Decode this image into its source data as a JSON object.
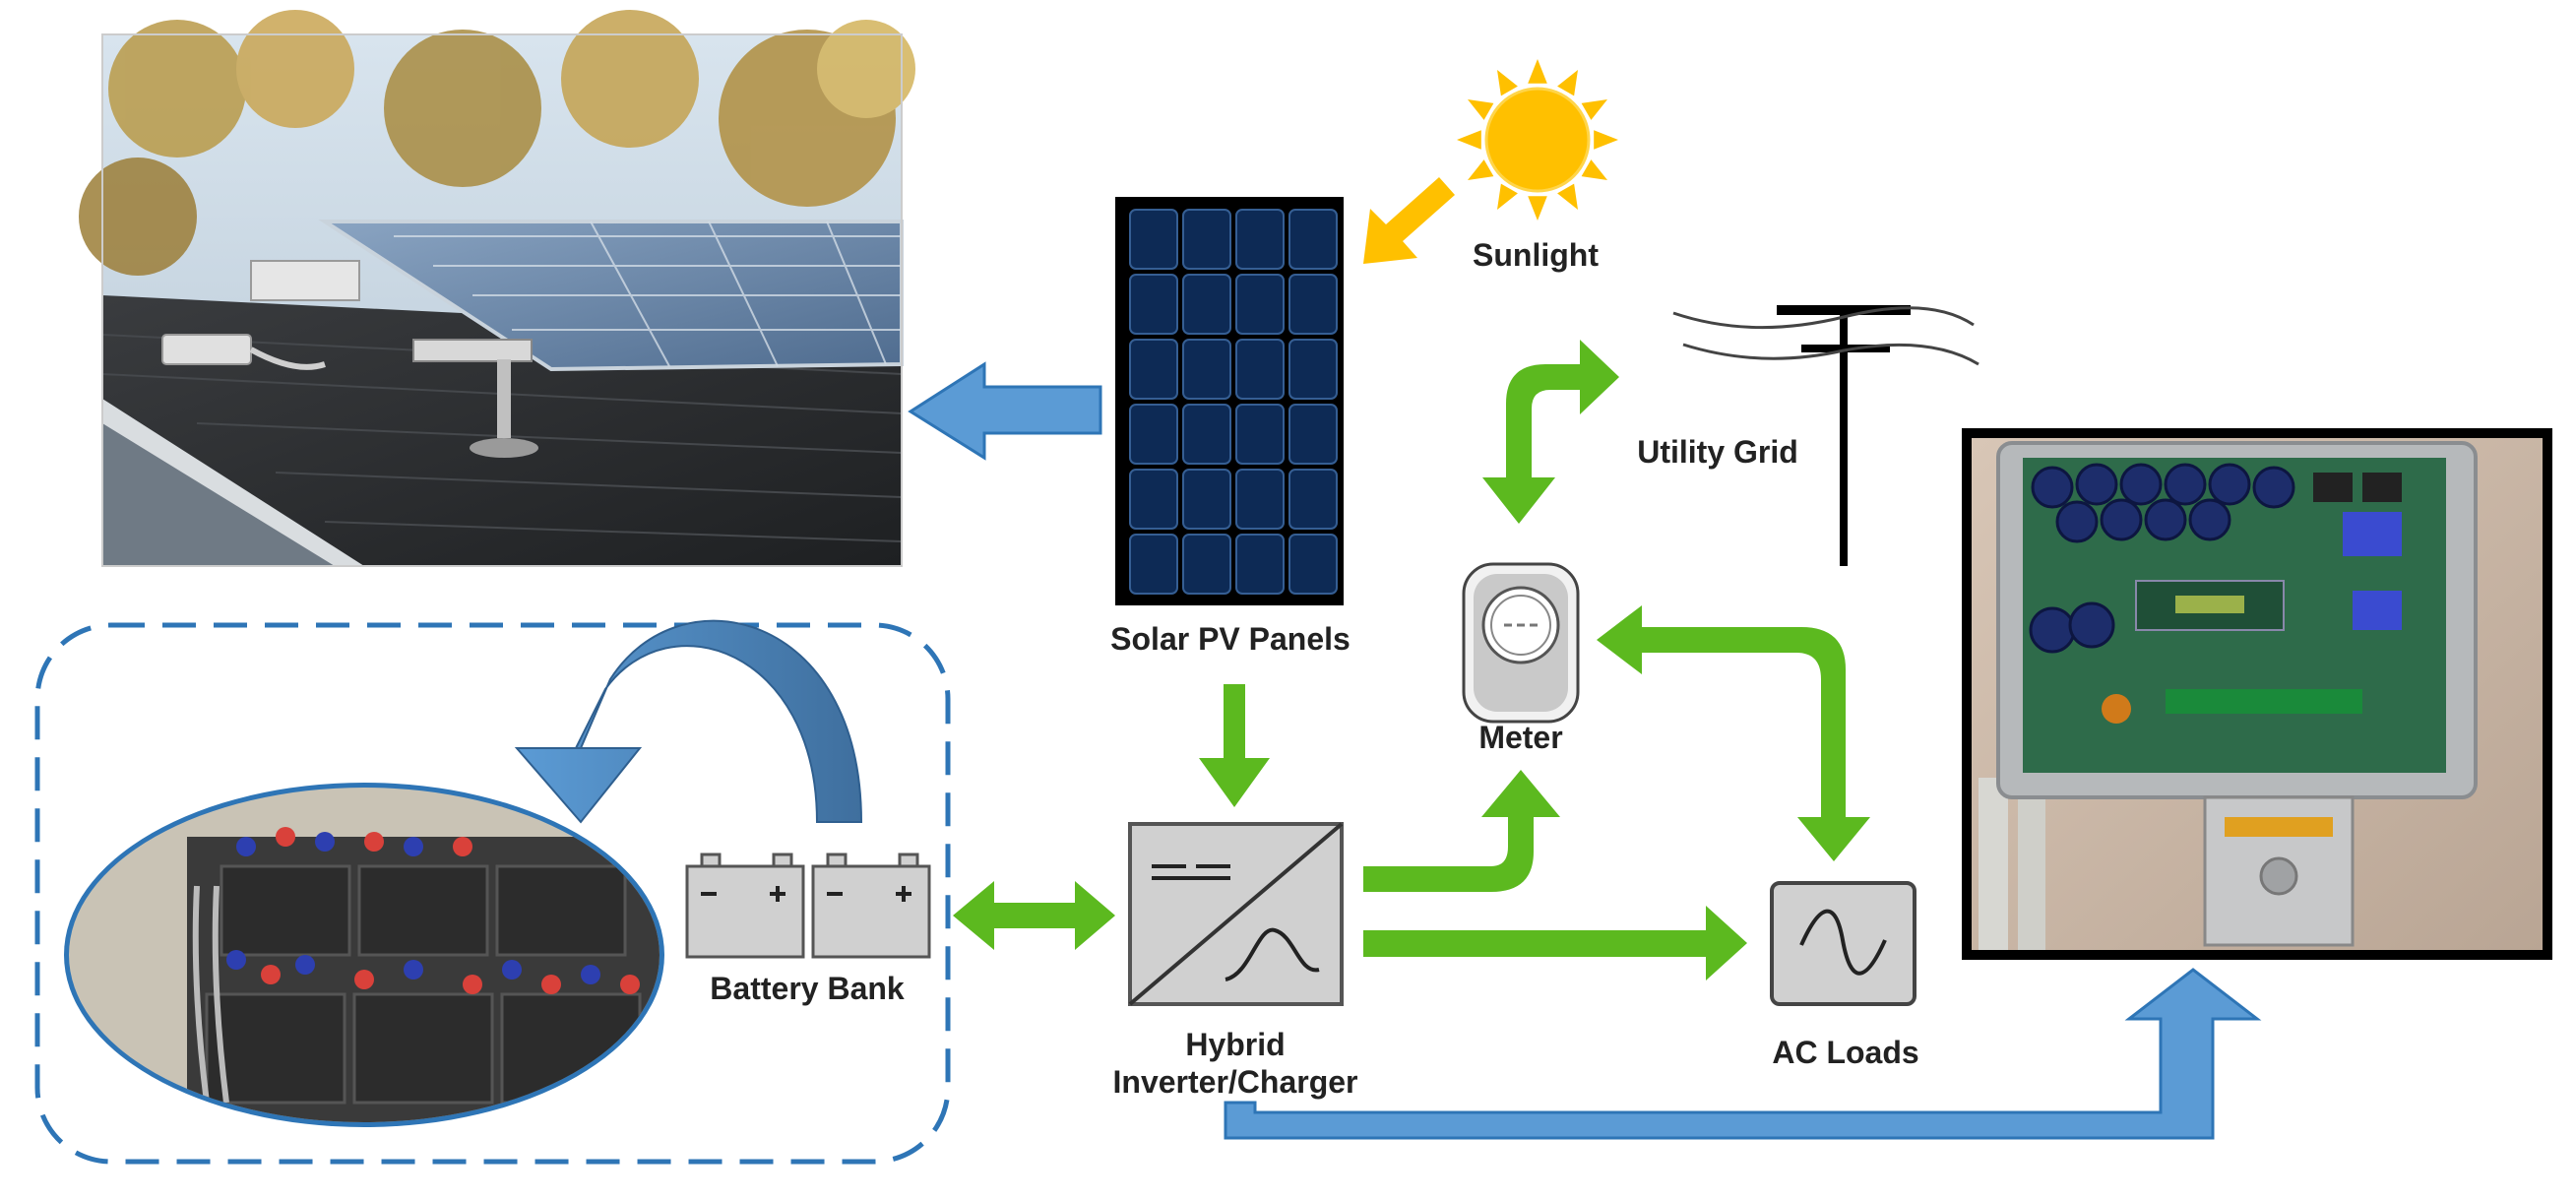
{
  "labels": {
    "sunlight": "Sunlight",
    "solar_panels": "Solar PV Panels",
    "utility_grid": "Utility Grid",
    "meter": "Meter",
    "battery_bank": "Battery Bank",
    "inverter_line1": "Hybrid",
    "inverter_line2": "Inverter/Charger",
    "ac_loads": "AC Loads"
  },
  "colors": {
    "green_arrow": "#5cb91f",
    "blue_arrow": "#5b9bd5",
    "blue_border": "#2e75b6",
    "sun": "#ffc000",
    "panel_cell": "#0d2a55",
    "device_grey": "#d0d0d0"
  },
  "photos": {
    "rooftop": "rooftop-solar-photo",
    "batteries": "battery-bank-photo",
    "inverter": "inverter-interior-photo"
  }
}
